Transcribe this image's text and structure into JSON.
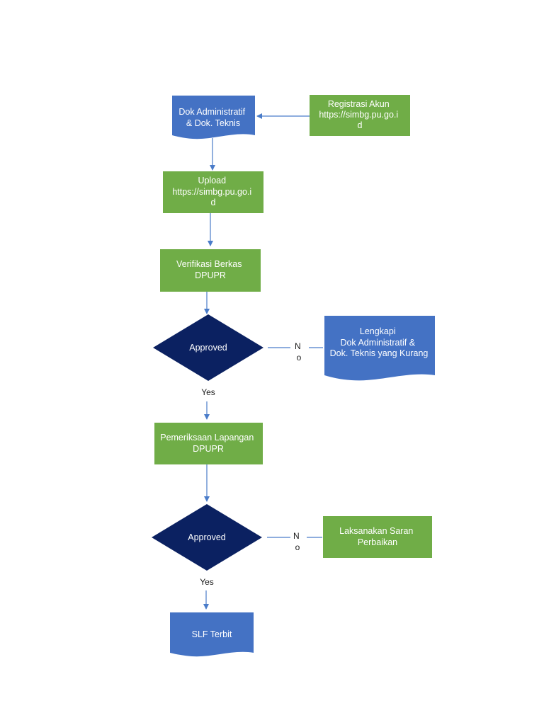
{
  "colors": {
    "document_blue": "#4472c4",
    "process_green": "#70ad47",
    "decision_navy": "#0b2161",
    "arrow_blue": "#4a7cc9",
    "text_white": "#ffffff",
    "text_dark": "#1a1a1a"
  },
  "nodes": {
    "dok_admin": {
      "lines": [
        "Dok Administratif",
        "& Dok. Teknis"
      ]
    },
    "registrasi": {
      "lines": [
        "Registrasi Akun",
        "https://simbg.pu.go.i",
        "d"
      ]
    },
    "upload": {
      "lines": [
        "Upload",
        "https://simbg.pu.go.i",
        "d"
      ]
    },
    "verifikasi": {
      "lines": [
        "Verifikasi Berkas",
        "DPUPR"
      ]
    },
    "approved_1": {
      "lines": [
        "Approved"
      ]
    },
    "lengkapi": {
      "lines": [
        "Lengkapi",
        "Dok Administratif &",
        "Dok. Teknis yang Kurang"
      ]
    },
    "pemeriksaan": {
      "lines": [
        "Pemeriksaan Lapangan",
        "DPUPR"
      ]
    },
    "approved_2": {
      "lines": [
        "Approved"
      ]
    },
    "laksanakan": {
      "lines": [
        "Laksanakan Saran",
        "Perbaikan"
      ]
    },
    "slf": {
      "lines": [
        "SLF Terbit"
      ]
    }
  },
  "edge_labels": {
    "no_1": [
      "N",
      "o"
    ],
    "yes_1": "Yes",
    "no_2": [
      "N",
      "o"
    ],
    "yes_2": "Yes"
  }
}
